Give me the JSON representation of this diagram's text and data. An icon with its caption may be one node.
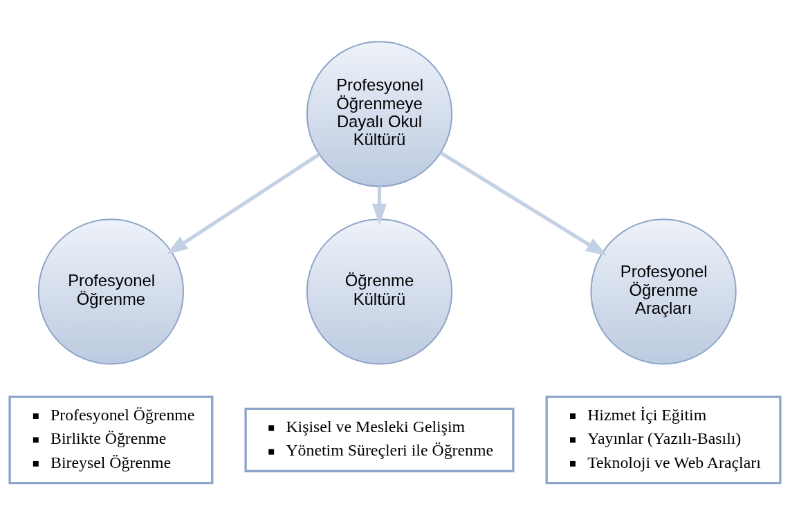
{
  "diagram": {
    "nodes": [
      {
        "text": [
          "Profesyonel Öğrenmeye Dayalı Okul Kültürü"
        ]
      },
      {
        "text": [
          "Profesyonel Öğrenme"
        ]
      },
      {
        "text": [
          "Öğrenme Kültürü"
        ]
      },
      {
        "text": [
          "Profesyonel Öğrenme Araçları"
        ]
      },
      {
        "text": [
          "Profesyonel Öğrenme",
          "Birlikte Öğrenme",
          "Bireysel Öğrenme"
        ]
      },
      {
        "text": [
          "Hizmet İçi Eğitim",
          "Yayınlar (Yazılı-Basılı)",
          "Teknoloji ve Web Araçları"
        ]
      },
      {
        "text": [
          "Kişisel ve Mesleki Gelişim",
          "Yönetim Süreçleri ile Öğrenme"
        ]
      }
    ],
    "edges": [
      {
        "from": 0,
        "to": 1,
        "arrow": "to"
      },
      {
        "from": 0,
        "to": 2,
        "arrow": "to"
      },
      {
        "from": 0,
        "to": 3,
        "arrow": "to"
      }
    ]
  }
}
